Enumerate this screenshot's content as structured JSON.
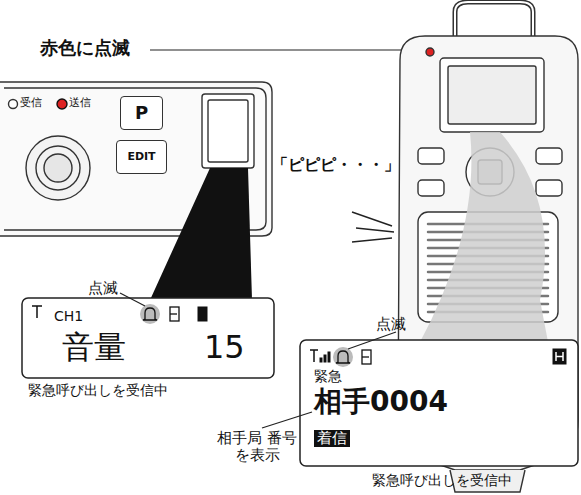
{
  "diagram": {
    "nodes": [
      {
        "text": [
          "CH1",
          "音量",
          "15"
        ]
      },
      {
        "text": [
          "緊急",
          "相手0004",
          "着信"
        ]
      },
      {
        "text": [
          "P"
        ]
      },
      {
        "text": [
          "EDIT"
        ]
      }
    ],
    "labels": [
      "赤色に点滅",
      "受信",
      "送信",
      "点滅",
      "緊急呼び出しを受信中",
      "「ピピピ・・・」",
      "点滅",
      "相手局 番号を表示",
      "緊急呼び出しを受信中"
    ]
  }
}
